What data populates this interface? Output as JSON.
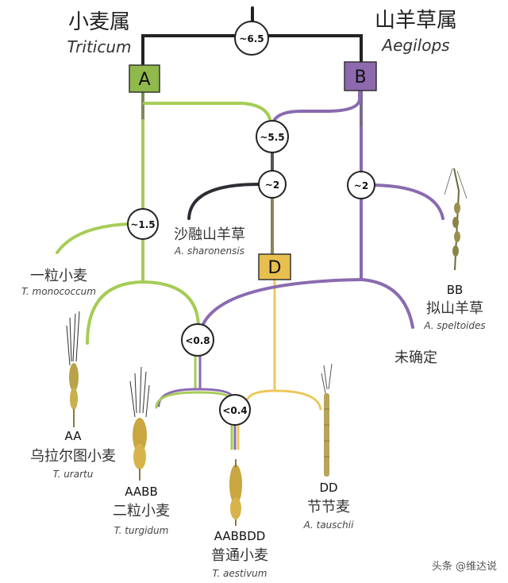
{
  "colors": {
    "trunk": "#222222",
    "green": "#a6cc56",
    "purple": "#8a6ab0",
    "gold": "#edc85a",
    "box_a": "#8fb94b",
    "box_b": "#8d69ad",
    "box_d": "#e8bf4e"
  },
  "genera": {
    "triticum": {
      "name_cn": "小麦属",
      "name_la": "Triticum"
    },
    "aegilops": {
      "name_cn": "山羊草属",
      "name_la": "Aegilops"
    }
  },
  "genome_boxes": {
    "a": "A",
    "b": "B",
    "d": "D"
  },
  "nodes": {
    "root": "~6.5",
    "d_origin": "~5.5",
    "sharon_split": "~2",
    "speltoides_split": "~2",
    "monococcum_split": "~1.5",
    "tetraploid": "<0.8",
    "hexaploid": "<0.4"
  },
  "species": {
    "sharonensis": {
      "name_cn": "沙融山羊草",
      "name_la": "A. sharonensis"
    },
    "monococcum": {
      "name_cn": "一粒小麦",
      "name_la": "T. monococcum"
    },
    "speltoides": {
      "genome": "BB",
      "name_cn": "拟山羊草",
      "name_la": "A. speltoides"
    },
    "undetermined": {
      "name_cn": "未确定"
    },
    "urartu": {
      "genome": "AA",
      "name_cn": "乌拉尔图小麦",
      "name_la": "T. urartu"
    },
    "turgidum": {
      "genome": "AABB",
      "name_cn": "二粒小麦",
      "name_la": "T. turgidum"
    },
    "tauschii": {
      "genome": "DD",
      "name_cn": "节节麦",
      "name_la": "A. tauschii"
    },
    "aestivum": {
      "genome": "AABBDD",
      "name_cn": "普通小麦",
      "name_la": "T. aestivum"
    }
  },
  "watermark": "头条 @维达说"
}
